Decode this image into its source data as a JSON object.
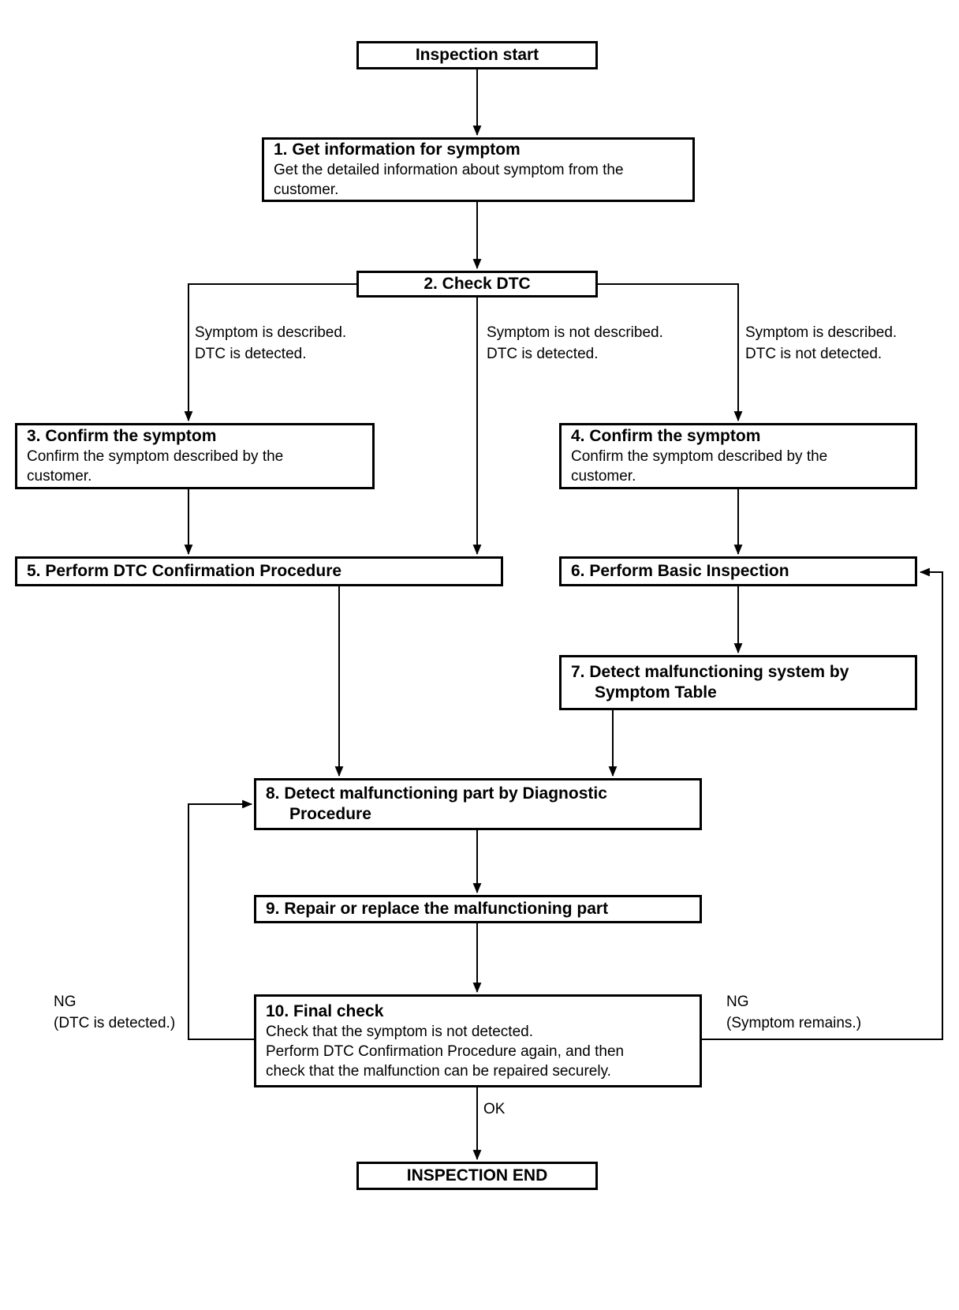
{
  "diagram": {
    "nodes": {
      "start": {
        "label": "Inspection start"
      },
      "s1": {
        "title": "1. Get information for symptom",
        "body": "Get the detailed information about symptom from the\ncustomer."
      },
      "s2": {
        "title": "2. Check DTC"
      },
      "s3": {
        "title": "3. Confirm the symptom",
        "body": "Confirm the symptom described by the\ncustomer."
      },
      "s4": {
        "title": "4. Confirm the symptom",
        "body": "Confirm the symptom described by the\ncustomer."
      },
      "s5": {
        "title": "5. Perform DTC Confirmation Procedure"
      },
      "s6": {
        "title": "6. Perform Basic Inspection"
      },
      "s7": {
        "title": "7. Detect malfunctioning system by\nSymptom Table"
      },
      "s8": {
        "title": "8. Detect malfunctioning part by Diagnostic\nProcedure"
      },
      "s9": {
        "title": "9. Repair or replace the malfunctioning part"
      },
      "s10": {
        "title": "10. Final check",
        "body": "Check that the symptom is not detected.\nPerform DTC Confirmation Procedure again, and then\ncheck that the malfunction can be repaired securely."
      },
      "end": {
        "label": "INSPECTION END"
      }
    },
    "labels": {
      "branch_left": "Symptom is described.\nDTC is detected.",
      "branch_middle": "Symptom is not described.\nDTC is detected.",
      "branch_right": "Symptom is described.\nDTC is not detected.",
      "ng_left": "NG\n(DTC is detected.)",
      "ng_right": "NG\n(Symptom remains.)",
      "ok": "OK"
    },
    "colors": {
      "ink": "#000000",
      "paper": "#ffffff"
    }
  }
}
